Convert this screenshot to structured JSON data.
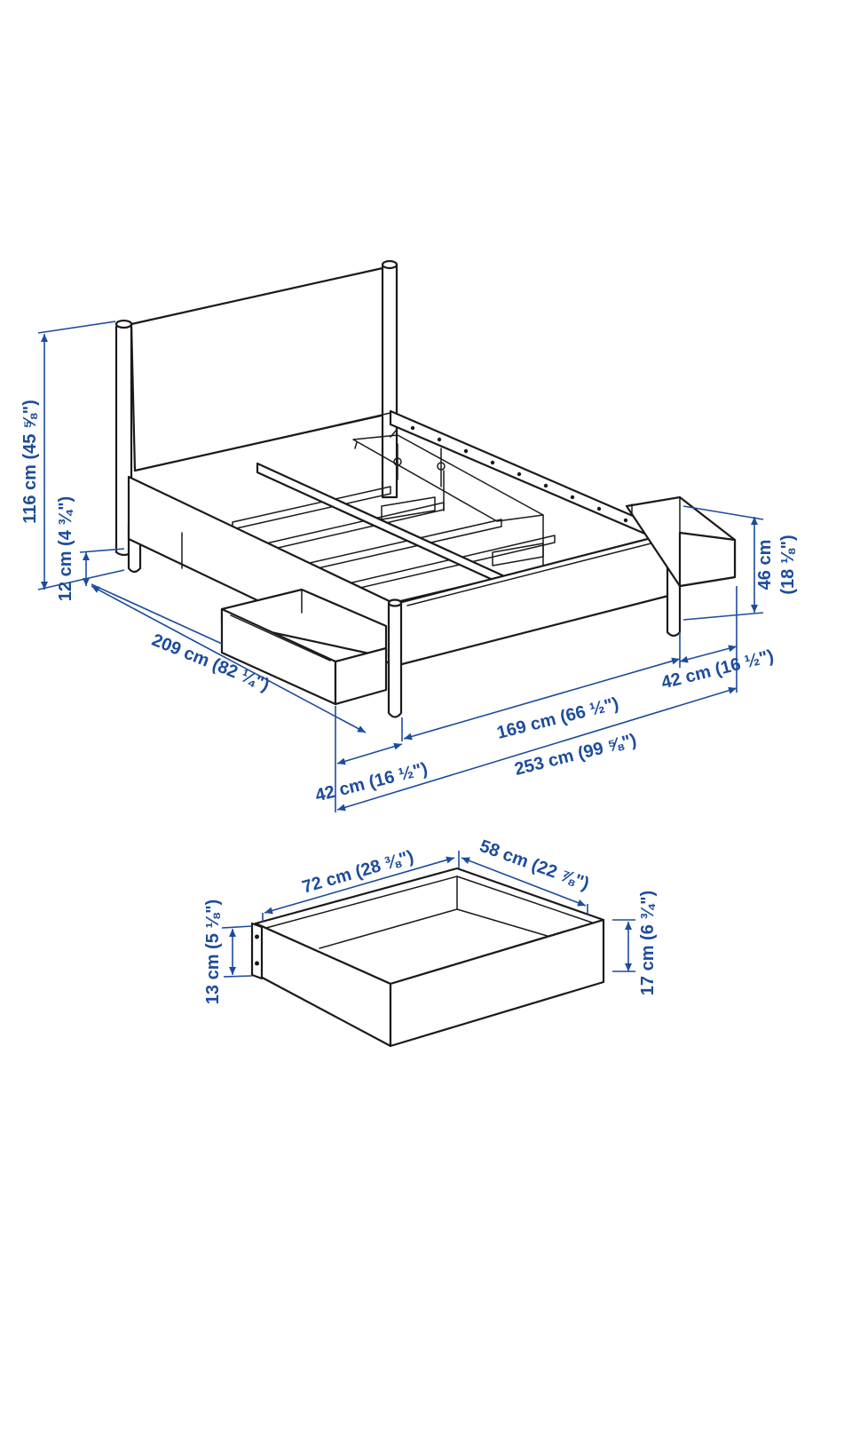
{
  "colors": {
    "dimension": "#1d4c9c",
    "outline": "#1a1a1a",
    "background": "#ffffff"
  },
  "bed": {
    "dimensions": {
      "height_total": "116 cm (45 ⅝\")",
      "clearance": "12 cm (4 ¾\")",
      "length": "209 cm (82 ¼\")",
      "width": "169 cm (66 ½\")",
      "drawer_left_extension": "42 cm (16 ½\")",
      "drawer_right_extension": "42 cm (16 ½\")",
      "total_width_drawers_open": "253 cm (99 ⅝\")",
      "frame_height": "46 cm (18 ⅛\")"
    }
  },
  "drawer": {
    "dimensions": {
      "depth": "72 cm (28 ⅜\")",
      "width": "58 cm (22 ⅞\")",
      "inner_height": "13 cm (5 ⅛\")",
      "outer_height": "17 cm (6 ¾\")"
    }
  }
}
